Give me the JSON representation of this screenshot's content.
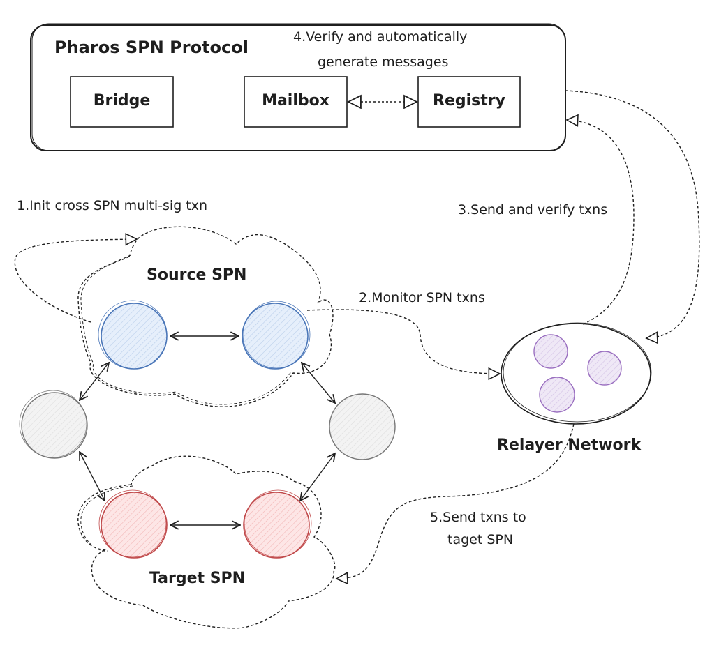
{
  "protocol": {
    "title": "Pharos SPN Protocol",
    "components": [
      "Bridge",
      "Mailbox",
      "Registry"
    ],
    "step4_line1": "4.Verify and  automatically",
    "step4_line2": "generate messages"
  },
  "steps": {
    "step1": "1.Init cross SPN multi-sig txn",
    "step2": "2.Monitor SPN txns",
    "step3": "3.Send and verify  txns",
    "step5_line1": "5.Send txns to",
    "step5_line2": "taget SPN"
  },
  "clusters": {
    "source": "Source SPN",
    "target": "Target SPN",
    "relayer": "Relayer Network"
  },
  "colors": {
    "source_stroke": "#4a76b8",
    "source_fill": "#dbe8f8",
    "target_stroke": "#c0494a",
    "target_fill": "#fbdada",
    "neutral_stroke": "#777777",
    "neutral_fill": "#ececec",
    "relayer_stroke": "#9a6fc0",
    "relayer_fill": "#e8dff2",
    "line": "#1e1e1e"
  }
}
